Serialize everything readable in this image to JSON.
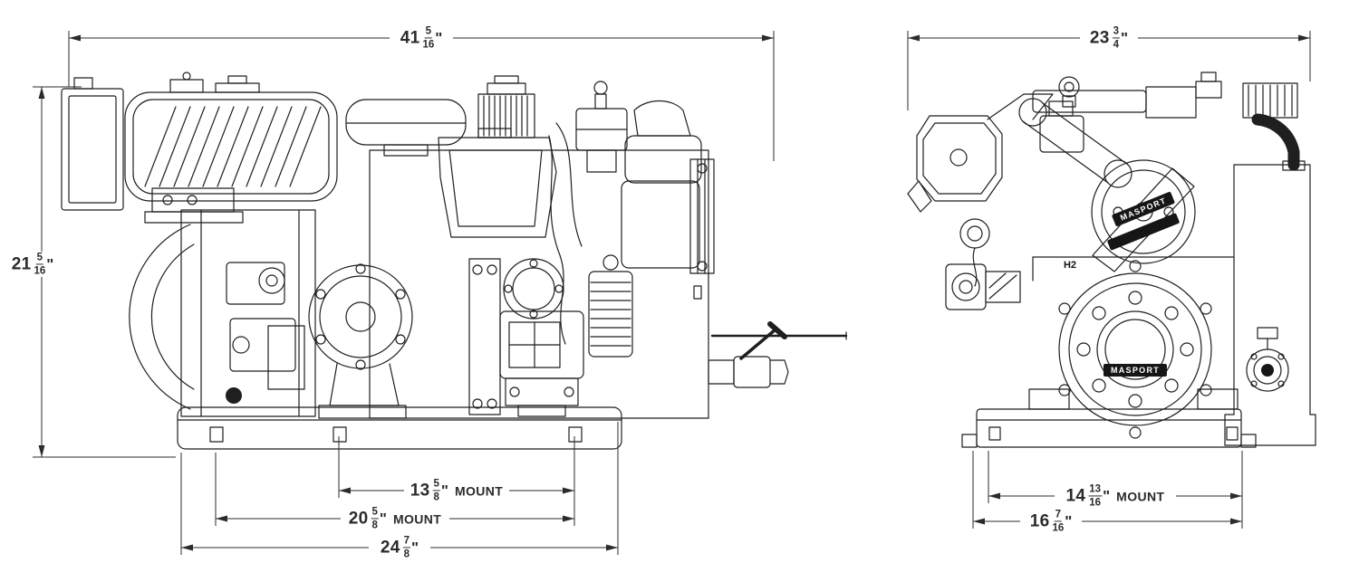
{
  "dims": {
    "side_width": {
      "whole": "41",
      "num": "5",
      "den": "16",
      "unit": "\""
    },
    "side_height": {
      "whole": "21",
      "num": "5",
      "den": "16",
      "unit": "\""
    },
    "side_mount_inner": {
      "whole": "13",
      "num": "5",
      "den": "8",
      "unit": "\"",
      "suffix": "MOUNT"
    },
    "side_mount_outer": {
      "whole": "20",
      "num": "5",
      "den": "8",
      "unit": "\"",
      "suffix": "MOUNT"
    },
    "side_base": {
      "whole": "24",
      "num": "7",
      "den": "8",
      "unit": "\""
    },
    "front_width": {
      "whole": "23",
      "num": "3",
      "den": "4",
      "unit": "\""
    },
    "front_mount": {
      "whole": "14",
      "num": "13",
      "den": "16",
      "unit": "\"",
      "suffix": "MOUNT"
    },
    "front_base": {
      "whole": "16",
      "num": "7",
      "den": "16",
      "unit": "\""
    }
  },
  "labels": {
    "brand_pulley": "MASPORT",
    "brand_flywheel": "MASPORT",
    "h2": "H2"
  },
  "colors": {
    "line_art": "#1f1f1f",
    "dimension_lines": "#2b2b2b",
    "brand_band": "#161616",
    "background": "#ffffff"
  }
}
